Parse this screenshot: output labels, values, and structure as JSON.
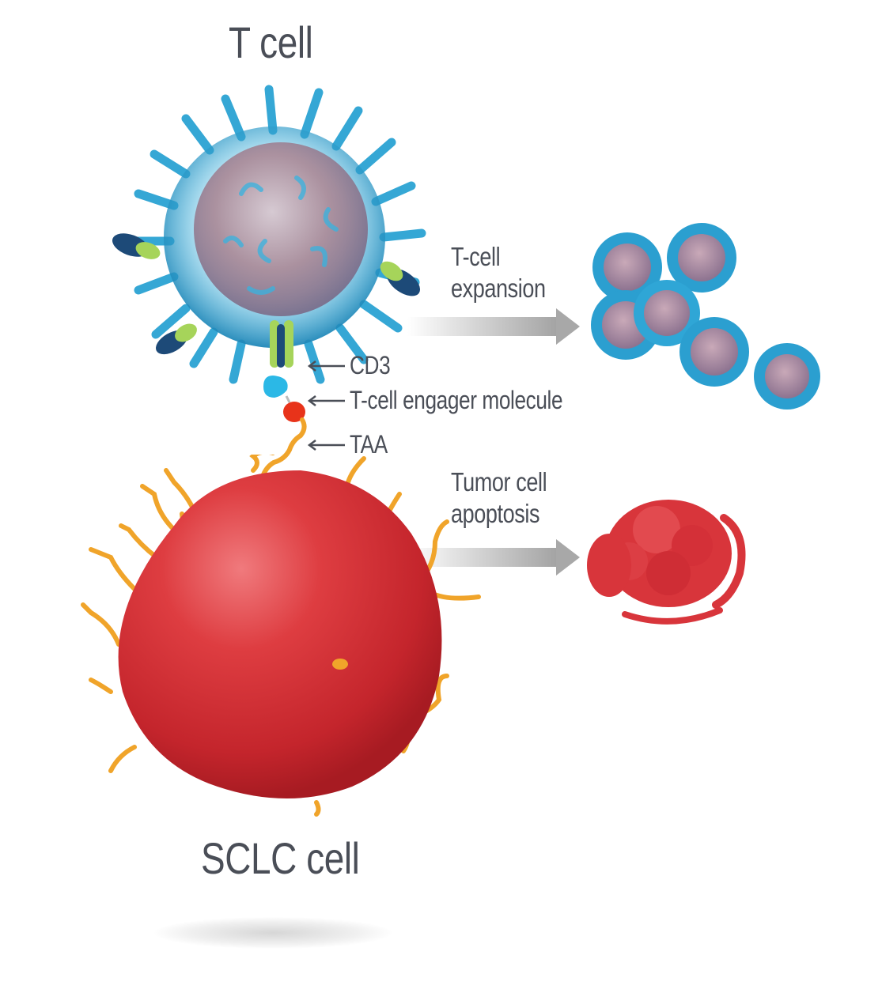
{
  "figure": {
    "title_top": "T cell",
    "title_bottom": "SCLC cell",
    "colors": {
      "text": "#4a4e57",
      "tcell_membrane": "#2a9fcf",
      "tcell_membrane_light": "#5cc7ea",
      "tcell_nucleus": "#a58593",
      "receptor_green": "#a6d45a",
      "receptor_navy": "#1d4a78",
      "cd3_cyan": "#2bb8e6",
      "engager_red": "#e8331a",
      "taa_orange": "#f0a42a",
      "tumor_red": "#d8353b",
      "tumor_red_dark": "#b71f27",
      "arrow_gray": "#a8a8a8"
    }
  },
  "callouts": [
    {
      "label": "CD3",
      "arrow": "left-arrow"
    },
    {
      "label": "T-cell engager molecule",
      "arrow": "left-arrow"
    },
    {
      "label": "TAA",
      "arrow": "left-arrow"
    }
  ],
  "outcomes": [
    {
      "line1": "T-cell",
      "line2": "expansion",
      "result": "multiple T cells (6)"
    },
    {
      "line1": "Tumor cell",
      "line2": "apoptosis",
      "result": "fragmented tumor cell"
    }
  ]
}
